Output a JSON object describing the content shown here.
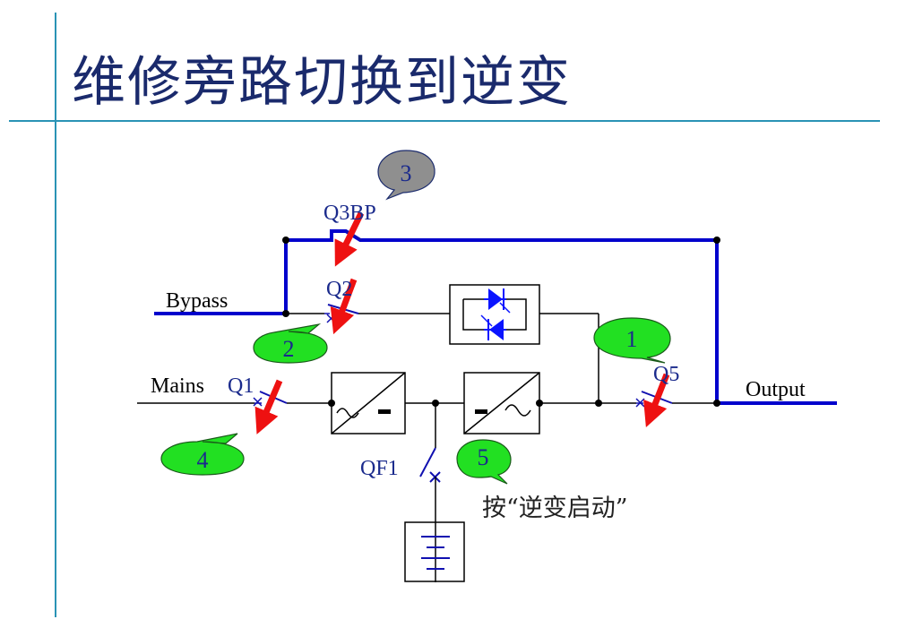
{
  "slide": {
    "title": "维修旁路切换到逆变",
    "accent_color": "#2a93b5",
    "title_color": "#1a2a6c"
  },
  "diagram": {
    "labels": {
      "bypass": "Bypass",
      "mains": "Mains",
      "output": "Output",
      "q1": "Q1",
      "q2": "Q2",
      "q3bp": "Q3BP",
      "q5": "Q5",
      "qf1": "QF1",
      "instruction": "按“逆变启动”"
    },
    "steps": [
      {
        "number": "1",
        "target": "Q5",
        "color": "#22e022"
      },
      {
        "number": "2",
        "target": "Q2",
        "color": "#22e022"
      },
      {
        "number": "3",
        "target": "Q3BP",
        "color": "#8f8f8f"
      },
      {
        "number": "4",
        "target": "Q1",
        "color": "#22e022"
      },
      {
        "number": "5",
        "target": "inverter-start",
        "color": "#22e022"
      }
    ],
    "colors": {
      "bus_line": "#0000cc",
      "switch": "#1010b0",
      "arrow": "#ee1111",
      "scr": "#0a14ff"
    }
  }
}
